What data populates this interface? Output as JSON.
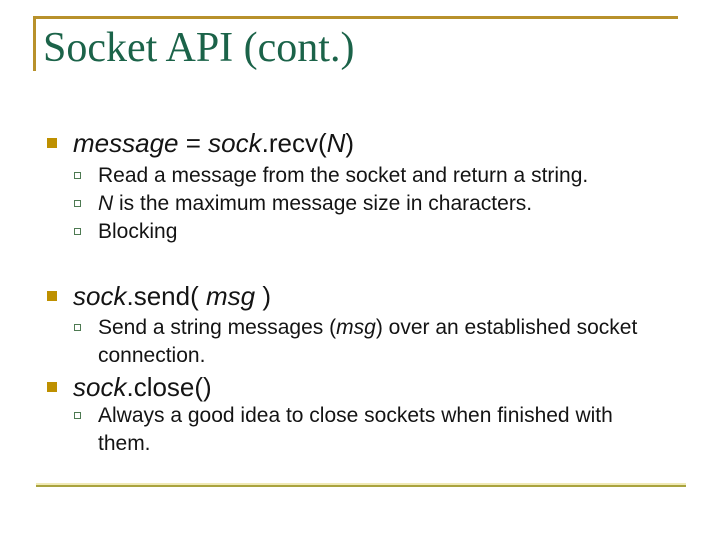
{
  "slide": {
    "title": "Socket API (cont.)",
    "colors": {
      "title_green": "#1B6349",
      "accent_gold_line": "#B8912B",
      "bullet_gold": "#BE9000",
      "sub_bullet_green": "#4E7A52",
      "bottom_line_light": "#F0EAB6",
      "bottom_line_olive": "#A9A33E",
      "body_text": "#141414"
    },
    "icons": {
      "main_bullet": "filled-square",
      "sub_bullet": "hollow-square"
    },
    "sections": [
      {
        "heading_parts": [
          {
            "text": "message"
          },
          {
            "text": " = "
          },
          {
            "text": "sock"
          },
          {
            "text": ".recv("
          },
          {
            "text": "N"
          },
          {
            "text": ")"
          }
        ],
        "items": [
          {
            "parts": [
              {
                "text": "Read a message from the socket and return a string."
              }
            ]
          },
          {
            "parts": [
              {
                "text": "N"
              },
              {
                "text": " is the maximum message size in characters."
              }
            ]
          },
          {
            "parts": [
              {
                "text": "Blocking"
              }
            ]
          }
        ]
      },
      {
        "heading_parts": [
          {
            "text": "sock"
          },
          {
            "text": ".send( "
          },
          {
            "text": "msg"
          },
          {
            "text": " )"
          }
        ],
        "items": [
          {
            "parts": [
              {
                "text": "Send a string messages ("
              },
              {
                "text": "msg"
              },
              {
                "text": ") over an established socket connection."
              }
            ]
          }
        ]
      },
      {
        "heading_parts": [
          {
            "text": "sock"
          },
          {
            "text": ".close()"
          }
        ],
        "items": [
          {
            "parts": [
              {
                "text": "Always a good idea to close sockets when finished with them."
              }
            ]
          }
        ]
      }
    ]
  }
}
